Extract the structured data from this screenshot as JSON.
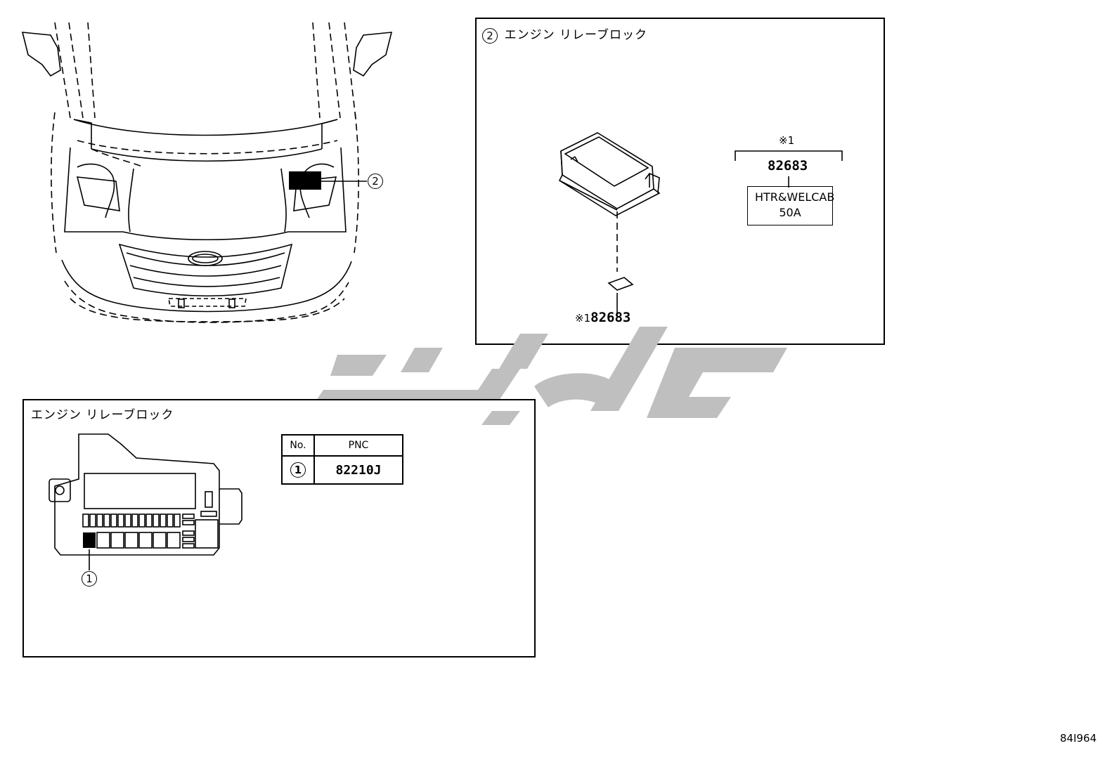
{
  "panel_top": {
    "title": "エンジン リレーブロック",
    "callout_number": "2",
    "part_note_mark": "※1",
    "part_number_top": "82683",
    "fuse_label_line1": "HTR&WELCAB",
    "fuse_label_line2": "50A",
    "part_number_bottom": "82683",
    "part_number_bottom_mark": "※1"
  },
  "vehicle_view": {
    "callout_number": "2"
  },
  "panel_bottom": {
    "title": "エンジン リレーブロック",
    "callout_number": "1",
    "table": {
      "headers": [
        "No.",
        "PNC"
      ],
      "rows": [
        {
          "no": "1",
          "pnc": "82210J"
        }
      ]
    }
  },
  "diagram_id": "84I964",
  "colors": {
    "line": "#000000",
    "watermark": "#bfbfbf",
    "highlight": "#000000"
  }
}
